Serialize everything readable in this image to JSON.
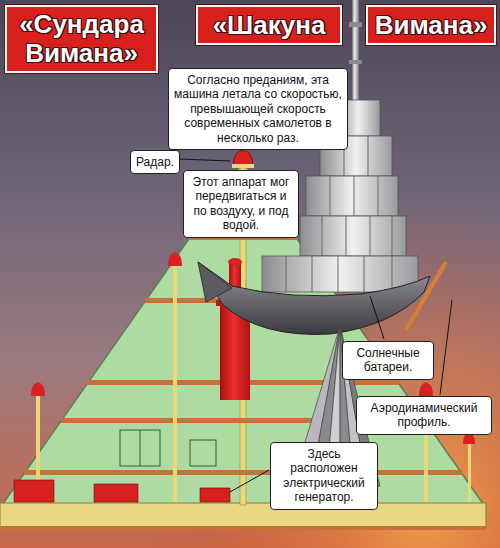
{
  "diagram": {
    "nodes": [
      {
        "text": [
          "«Сундара Вимана»"
        ]
      },
      {
        "text": [
          "«Шакуна"
        ]
      },
      {
        "text": [
          "Вимана»"
        ]
      },
      {
        "text": [
          "Согласно преданиям, эта машина летала со скоростью, превышающей скорость современных самолетов в несколько раз."
        ]
      },
      {
        "text": [
          "Радар."
        ]
      },
      {
        "text": [
          "Этот аппарат мог передвигаться и по воздуху, и под водой."
        ]
      },
      {
        "text": [
          "Солнечные батареи."
        ]
      },
      {
        "text": [
          "Аэродинамический профиль."
        ]
      },
      {
        "text": [
          "Здесь расположен электрический генератор."
        ]
      }
    ]
  }
}
